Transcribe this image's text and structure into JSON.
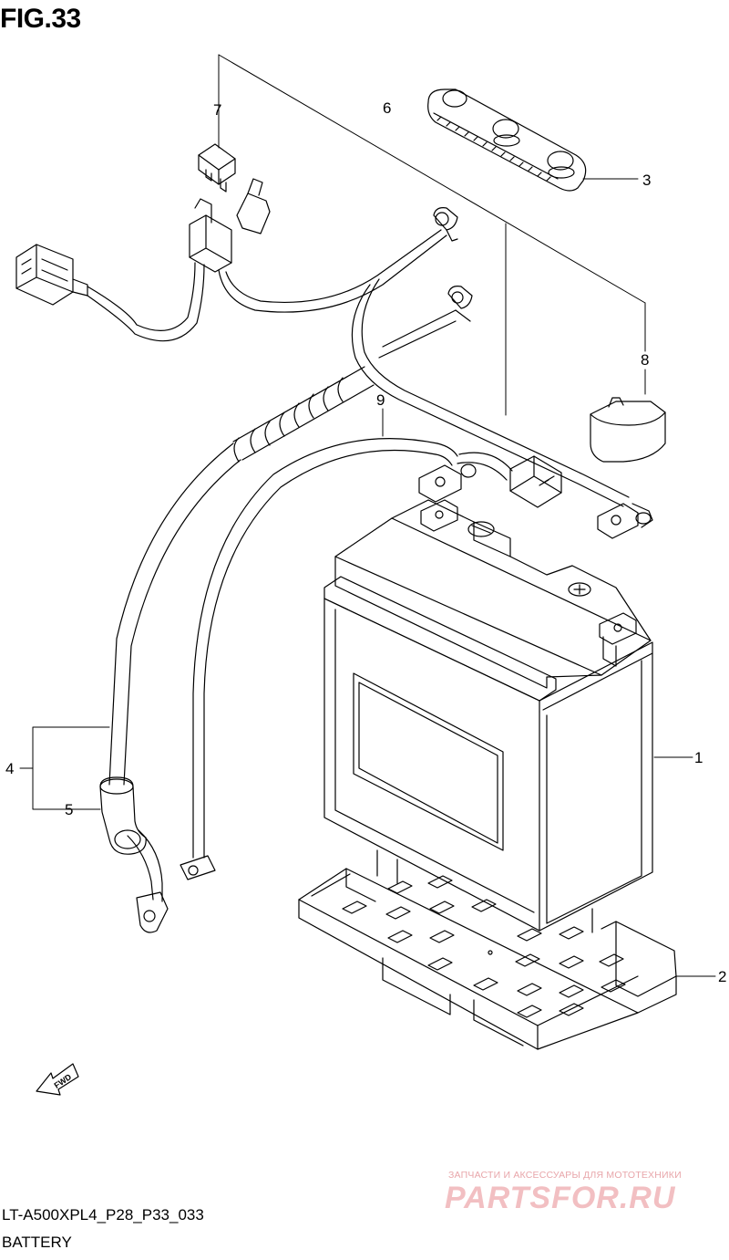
{
  "figure": {
    "title": "FIG.33"
  },
  "callouts": {
    "c1": "1",
    "c2": "2",
    "c3": "3",
    "c4": "4",
    "c5": "5",
    "c6": "6",
    "c7": "7",
    "c8": "8",
    "c9": "9"
  },
  "parts": [
    {
      "ref": "1",
      "icon": "battery-icon"
    },
    {
      "ref": "2",
      "icon": "battery-tray-icon"
    },
    {
      "ref": "3",
      "icon": "battery-band-icon"
    },
    {
      "ref": "4",
      "icon": "ground-cable-icon"
    },
    {
      "ref": "5",
      "icon": "terminal-cover-icon"
    },
    {
      "ref": "6",
      "icon": "wiring-harness-icon"
    },
    {
      "ref": "7",
      "icon": "fuse-icon"
    },
    {
      "ref": "8",
      "icon": "terminal-cap-icon"
    },
    {
      "ref": "9",
      "icon": "battery-cable-icon"
    }
  ],
  "fwd_label": "FWD",
  "footer": {
    "code": "LT-A500XPL4_P28_P33_033",
    "name": "BATTERY"
  },
  "watermark": {
    "tagline": "ЗАПЧАСТИ И АКСЕССУАРЫ ДЛЯ МОТОТЕХНИКИ",
    "brand": "PARTSFOR.RU"
  },
  "colors": {
    "line": "#000000",
    "watermark": "#f2bfc2"
  }
}
